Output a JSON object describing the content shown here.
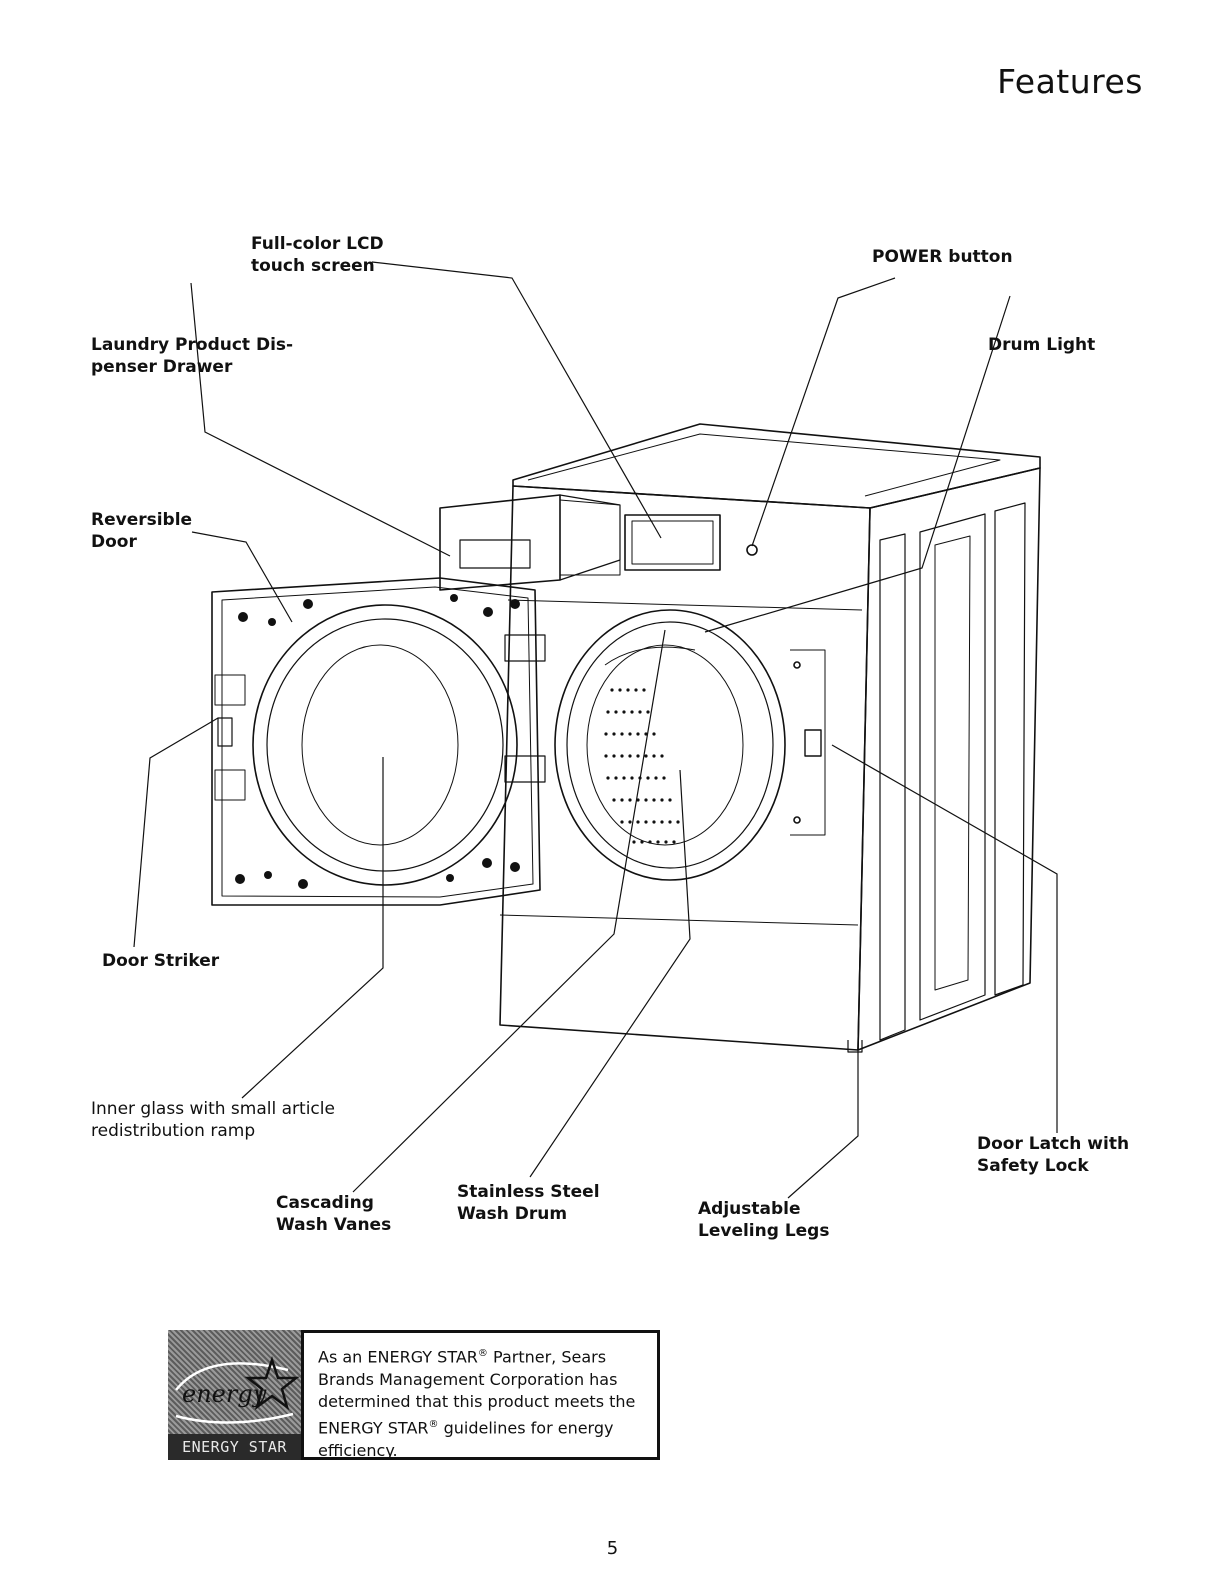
{
  "page": {
    "title": "Features",
    "page_number": "5"
  },
  "callouts": {
    "lcd": [
      "Full-color LCD",
      "touch screen"
    ],
    "power": [
      "POWER button"
    ],
    "dispenser": [
      "Laundry Product Dis-",
      "penser Drawer"
    ],
    "drum_light": [
      "Drum Light"
    ],
    "reversible_door": [
      "Reversible",
      "Door"
    ],
    "door_striker": [
      "Door Striker"
    ],
    "inner_glass": [
      "Inner glass with small article",
      "redistribution ramp"
    ],
    "door_latch": [
      "Door Latch with",
      "Safety Lock"
    ],
    "vanes": [
      "Cascading",
      "Wash Vanes"
    ],
    "drum": [
      "Stainless Steel",
      "Wash Drum"
    ],
    "legs": [
      "Adjustable",
      "Leveling Legs"
    ]
  },
  "energy_star": {
    "logo_band": "ENERGY STAR",
    "logo_script": "energy",
    "line1_a": "As an ENERGY STAR",
    "line1_b": " Partner, Sears",
    "line2": "Brands Management Corporation has",
    "line3": "determined that this product meets the",
    "line4_a": "ENERGY STAR",
    "line4_b": " guidelines for energy",
    "line5": "efficiency.",
    "reg_mark": "®"
  },
  "colors": {
    "ink": "#111111",
    "logo_gray": "#7a7a7a",
    "logo_band": "#2a2a2a"
  }
}
